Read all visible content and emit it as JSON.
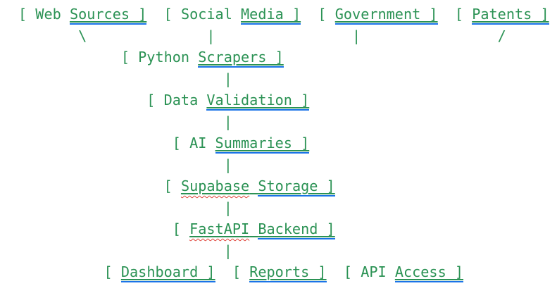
{
  "colors": {
    "text_green": "#2b9254",
    "link_underline_blue": "#1a73e8",
    "spellcheck_red": "#e0443a",
    "background": "#ffffff"
  },
  "diagram": {
    "description": "ascii-architecture-flow",
    "lines": [
      {
        "segments": [
          {
            "t": "[ Web ",
            "s": "plain"
          },
          {
            "t": "Sources ]",
            "s": "link",
            "name": "web-sources-link"
          },
          {
            "t": "  [ Social ",
            "s": "plain"
          },
          {
            "t": "Media ]",
            "s": "link",
            "name": "social-media-link"
          },
          {
            "t": "  [ ",
            "s": "plain"
          },
          {
            "t": "Government ]",
            "s": "link",
            "name": "government-link"
          },
          {
            "t": "  [ ",
            "s": "plain"
          },
          {
            "t": "Patents ]",
            "s": "link",
            "name": "patents-link"
          }
        ]
      },
      {
        "segments": [
          {
            "t": "       \\              |                |                /",
            "s": "plain",
            "name": "connector-row"
          }
        ]
      },
      {
        "segments": [
          {
            "t": "            [ Python ",
            "s": "plain"
          },
          {
            "t": "Scrapers ]",
            "s": "link",
            "name": "python-scrapers-link"
          }
        ]
      },
      {
        "segments": [
          {
            "t": "                        |",
            "s": "plain",
            "name": "connector-vertical"
          }
        ]
      },
      {
        "segments": [
          {
            "t": "               [ Data ",
            "s": "plain"
          },
          {
            "t": "Validation ]",
            "s": "link",
            "name": "data-validation-link"
          }
        ]
      },
      {
        "segments": [
          {
            "t": "                        |",
            "s": "plain",
            "name": "connector-vertical"
          }
        ]
      },
      {
        "segments": [
          {
            "t": "                  [ AI ",
            "s": "plain"
          },
          {
            "t": "Summaries ]",
            "s": "link",
            "name": "ai-summaries-link"
          }
        ]
      },
      {
        "segments": [
          {
            "t": "                        |",
            "s": "plain",
            "name": "connector-vertical"
          }
        ]
      },
      {
        "segments": [
          {
            "t": "                 [ ",
            "s": "plain"
          },
          {
            "t": "Supabase",
            "s": "spell",
            "name": "supabase-misspelled-word"
          },
          {
            "t": " ",
            "s": "u"
          },
          {
            "t": "Storage ]",
            "s": "link",
            "name": "storage-link"
          }
        ]
      },
      {
        "segments": [
          {
            "t": "                        |",
            "s": "plain",
            "name": "connector-vertical"
          }
        ]
      },
      {
        "segments": [
          {
            "t": "                  [ ",
            "s": "plain"
          },
          {
            "t": "FastAPI",
            "s": "spell",
            "name": "fastapi-misspelled-word"
          },
          {
            "t": " ",
            "s": "u"
          },
          {
            "t": "Backend ]",
            "s": "link",
            "name": "backend-link"
          }
        ]
      },
      {
        "segments": [
          {
            "t": "                        |",
            "s": "plain",
            "name": "connector-vertical"
          }
        ]
      },
      {
        "segments": [
          {
            "t": "          [ ",
            "s": "plain"
          },
          {
            "t": "Dashboard ]",
            "s": "link",
            "name": "dashboard-link"
          },
          {
            "t": "  [ ",
            "s": "plain"
          },
          {
            "t": "Reports ]",
            "s": "link",
            "name": "reports-link"
          },
          {
            "t": "  [ API ",
            "s": "plain"
          },
          {
            "t": "Access ]",
            "s": "link",
            "name": "api-access-link"
          }
        ]
      }
    ]
  }
}
